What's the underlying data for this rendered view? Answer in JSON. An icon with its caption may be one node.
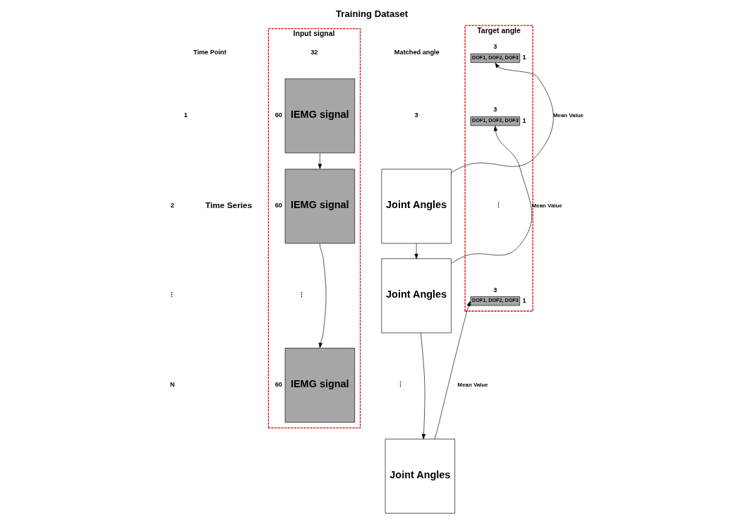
{
  "diagram": {
    "title": "Training Dataset",
    "nodes": [
      {
        "text": [
          "Input signal"
        ]
      },
      {
        "text": [
          "IEMG signal"
        ],
        "in": 0,
        "beside": [
          "60"
        ]
      },
      {
        "text": [
          "IEMG signal"
        ],
        "in": 0,
        "beside": [
          "60"
        ]
      },
      {
        "text": [
          "IEMG signal"
        ],
        "in": 0,
        "beside": [
          "60"
        ]
      },
      {
        "text": [
          "Joint Angles"
        ]
      },
      {
        "text": [
          "Joint Angles"
        ]
      },
      {
        "text": [
          "Joint Angles"
        ]
      },
      {
        "text": [
          "Target angle"
        ]
      },
      {
        "text": [
          "DOF1, DOF2, DOF3"
        ],
        "in": 7,
        "beside": [
          "3",
          "1"
        ]
      },
      {
        "text": [
          "DOF1, DOF2, DOF3"
        ],
        "in": 7,
        "beside": [
          "3",
          "1"
        ]
      },
      {
        "text": [
          "DOF1, DOF2, DOF3"
        ],
        "in": 7,
        "beside": [
          "3",
          "1"
        ]
      }
    ],
    "edges": [
      {
        "from": 1,
        "to": 2,
        "arrow": "to"
      },
      {
        "from": 2,
        "to": 3,
        "arrow": "to"
      },
      {
        "from": 4,
        "to": 5,
        "arrow": "to"
      },
      {
        "from": 5,
        "to": 6,
        "arrow": "to"
      },
      {
        "from": 4,
        "to": 8,
        "arrow": "to",
        "label": "Mean Value"
      },
      {
        "from": 5,
        "to": 9,
        "arrow": "to",
        "label": "Mean Value"
      },
      {
        "from": 6,
        "to": 10,
        "arrow": "to",
        "label": "Mean Value"
      }
    ],
    "labels": [
      "Time Point",
      "Matched angle",
      "32",
      "3",
      "1",
      "2",
      "⋮",
      "N",
      "⋮",
      "⋮",
      "⋮",
      "Time Series"
    ]
  }
}
